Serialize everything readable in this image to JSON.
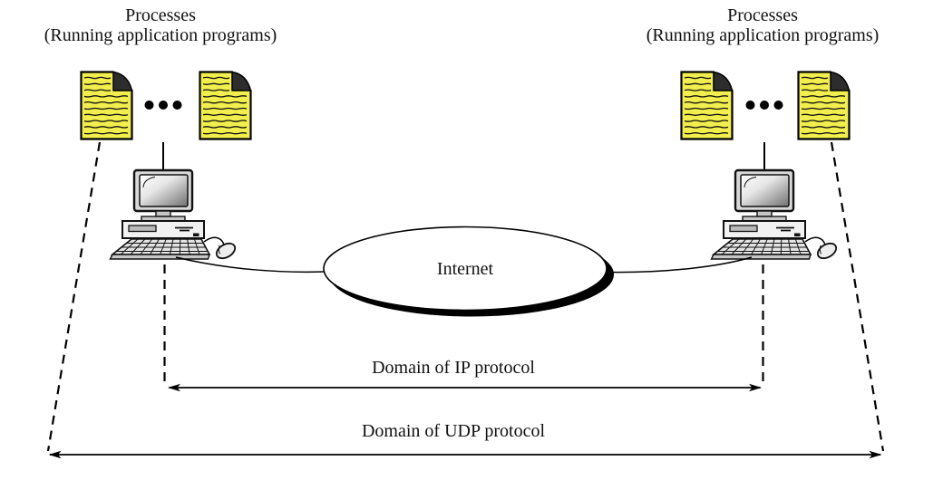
{
  "diagram": {
    "kind": "network-protocol-domain-diagram",
    "background": "#ffffff"
  },
  "labels": {
    "processes_left": {
      "line1": "Processes",
      "line2": "(Running application programs)"
    },
    "processes_right": {
      "line1": "Processes",
      "line2": "(Running application programs)"
    },
    "internet": "Internet",
    "ip_domain": "Domain of IP protocol",
    "udp_domain": "Domain of UDP protocol"
  },
  "icons": {
    "process_document": "document-icon",
    "ellipsis": "ellipsis-dots-icon",
    "computer": "desktop-computer-icon",
    "internet_cloud": "ellipse-with-drop-shadow"
  },
  "arrows": {
    "ip_domain_style": "double-headed",
    "udp_domain_style": "double-headed"
  },
  "colors": {
    "document_fill": "#f2ee4e",
    "document_fold": "#2d2d2d",
    "line": "#000000",
    "internet_fill": "#ffffff",
    "shadow": "#000000"
  }
}
